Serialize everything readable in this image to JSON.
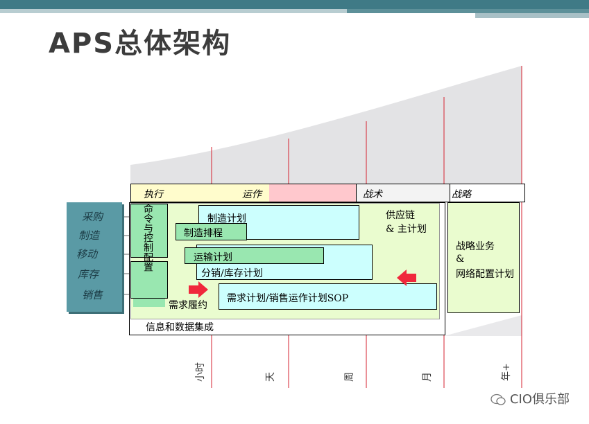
{
  "title": "APS总体架构",
  "header_row": {
    "col1a": "执行",
    "col1b": "运作",
    "col3": "战术",
    "col4": "战略"
  },
  "functions": [
    "采购",
    "制造",
    "移动",
    "库存",
    "销售"
  ],
  "vertical_label": "命令与控制配置",
  "boxes": {
    "manufacturing_plan": "制造计划",
    "manufacturing_schedule": "制造排程",
    "transport_plan": "运输计划",
    "distribution_plan": "分销/库存计划",
    "supply_chain_line1": "供应链",
    "supply_chain_line2": "& 主计划",
    "demand_plan": "需求计划/销售运作计划SOP",
    "fulfillment": "需求履约",
    "integration": "信息和数据集成",
    "strategy_line1": "战略业务",
    "strategy_line2": "&",
    "strategy_line3": "网络配置计划"
  },
  "time_axis": [
    "小时",
    "天",
    "周",
    "月",
    "年+"
  ],
  "watermark": "CIO俱乐部",
  "colors": {
    "accent_teal": "#3f7a86",
    "func_box": "#5a9aa5",
    "green_area": "#eafccf",
    "cyan_box": "#ccfffe",
    "green_box": "#99e7b0",
    "pink_cell": "#ffc8cd",
    "yellow_cell": "#fffccc",
    "grey_curve": "#e3e3e5",
    "red_line": "#d4202f",
    "arrow_red": "#f0283c"
  }
}
